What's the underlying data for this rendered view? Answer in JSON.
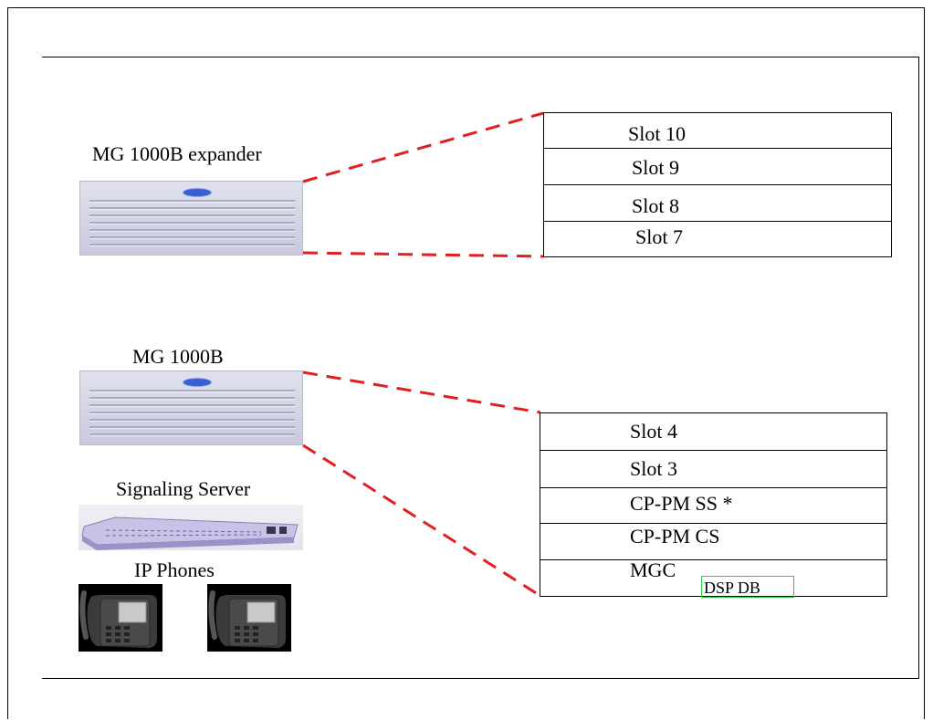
{
  "expander": {
    "label": "MG 1000B  expander",
    "slots": [
      "Slot 10",
      "Slot 9",
      "Slot 8",
      "Slot 7"
    ]
  },
  "base": {
    "label": "MG 1000B",
    "slots": [
      "Slot 4",
      "Slot 3",
      "CP-PM SS *",
      "CP-PM CS",
      "MGC"
    ],
    "dsp_label": "DSP DB"
  },
  "signaling_server": {
    "label": "Signaling Server"
  },
  "ip_phones": {
    "label": "IP Phones"
  },
  "colors": {
    "connector": "#e02020",
    "dsp_border": "#2ecc40",
    "chassis": "#d4d6e6",
    "badge": "#3a5fd0"
  },
  "icons": [
    "chassis-icon",
    "server-icon",
    "ip-phone-icon"
  ]
}
